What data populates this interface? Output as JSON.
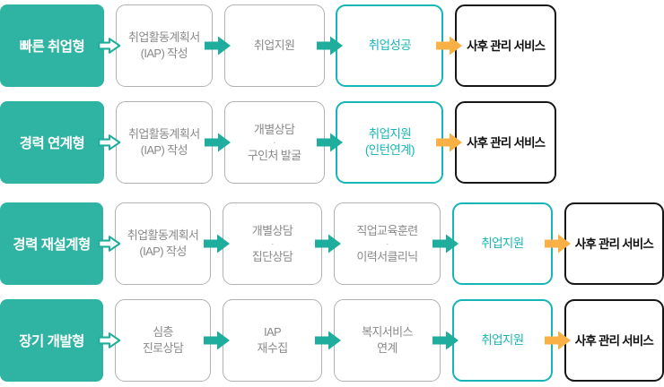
{
  "title": "employment-support-process-diagram",
  "separator_glyph": "·",
  "colors": {
    "stage_fill": "#2fb3a2",
    "arrow_teal": "#1fae9d",
    "arrow_orange": "#f9b044",
    "highlight_border": "#17b6b6",
    "highlight_text": "#17b5b5",
    "step_border": "#b1b1b1",
    "step_text": "#8a8a8a",
    "final_border": "#161616"
  },
  "rows": [
    {
      "label": "빠른 취업형",
      "steps": [
        {
          "style": "gray",
          "lines": [
            "취업활동계획서",
            "(IAP) 작성"
          ]
        },
        {
          "style": "gray",
          "lines": [
            "취업지원"
          ]
        },
        {
          "style": "highlight",
          "lines": [
            "취업성공"
          ]
        },
        {
          "style": "final",
          "lines": [
            "사후 관리 서비스"
          ]
        }
      ]
    },
    {
      "label": "경력 연계형",
      "steps": [
        {
          "style": "gray",
          "lines": [
            "취업활동계획서",
            "(IAP) 작성"
          ]
        },
        {
          "style": "gray",
          "lines": [
            "개별상담",
            "구인처 발굴"
          ],
          "separator": true
        },
        {
          "style": "highlight",
          "lines": [
            "취업지원",
            "(인턴연계)"
          ]
        },
        {
          "style": "final",
          "lines": [
            "사후 관리 서비스"
          ]
        }
      ]
    },
    {
      "label": "경력 재설계형",
      "steps": [
        {
          "style": "gray",
          "lines": [
            "취업활동계획서",
            "(IAP) 작성"
          ]
        },
        {
          "style": "gray",
          "lines": [
            "개별상담",
            "집단상담"
          ],
          "separator": true
        },
        {
          "style": "gray",
          "lines": [
            "직업교육훈련",
            "이력서클리닉"
          ],
          "separator": true
        },
        {
          "style": "highlight",
          "lines": [
            "취업지원"
          ]
        },
        {
          "style": "final",
          "lines": [
            "사후 관리 서비스"
          ]
        }
      ]
    },
    {
      "label": "장기 개발형",
      "steps": [
        {
          "style": "gray",
          "lines": [
            "심층",
            "진로상담"
          ]
        },
        {
          "style": "gray",
          "lines": [
            "IAP",
            "재수집"
          ]
        },
        {
          "style": "gray",
          "lines": [
            "복지서비스",
            "연계"
          ]
        },
        {
          "style": "highlight",
          "lines": [
            "취업지원"
          ]
        },
        {
          "style": "final",
          "lines": [
            "사후 관리 서비스"
          ]
        }
      ]
    }
  ]
}
